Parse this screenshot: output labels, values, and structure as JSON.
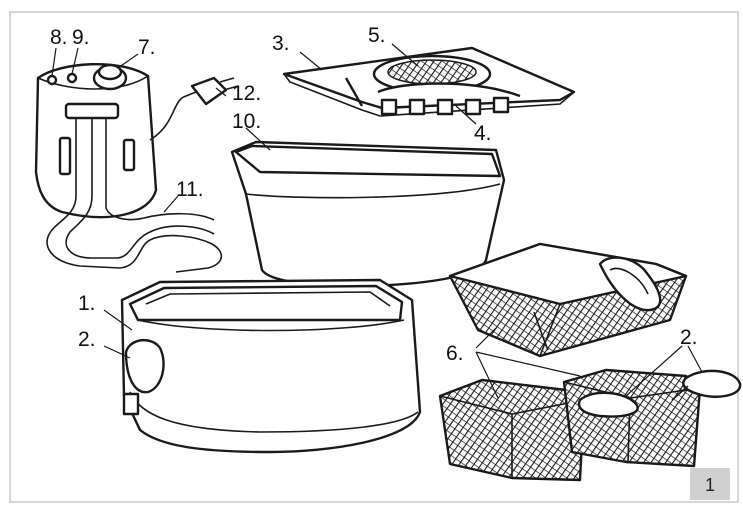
{
  "figure_number": "1",
  "labels": {
    "l1": "1.",
    "l2a": "2.",
    "l2b": "2.",
    "l3": "3.",
    "l4": "4.",
    "l5": "5.",
    "l6": "6.",
    "l7": "7.",
    "l8": "8.",
    "l9": "9.",
    "l10": "10.",
    "l11": "11.",
    "l12": "12."
  }
}
